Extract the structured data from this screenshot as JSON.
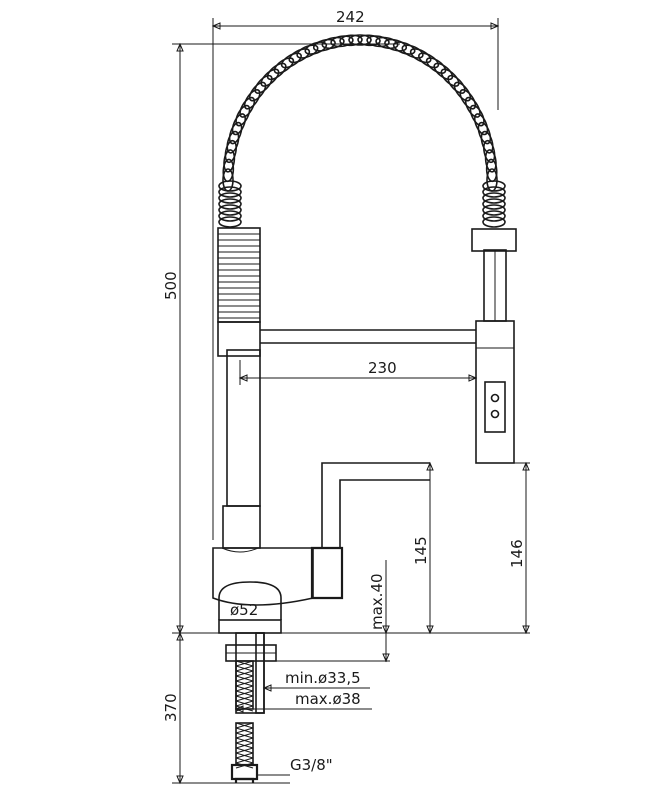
{
  "dimensions": {
    "overall_width": "242",
    "spout_reach": "230",
    "total_height": "500",
    "spout_height": "146",
    "lever_height": "145",
    "max_deck_thickness": "max.40",
    "base_diameter": "ø52",
    "min_hole": "min.ø33,5",
    "max_hole": "max.ø38",
    "hose_length": "370",
    "connection": "G3/8\""
  },
  "colors": {
    "line": "#1a1a1a",
    "background": "#ffffff"
  }
}
